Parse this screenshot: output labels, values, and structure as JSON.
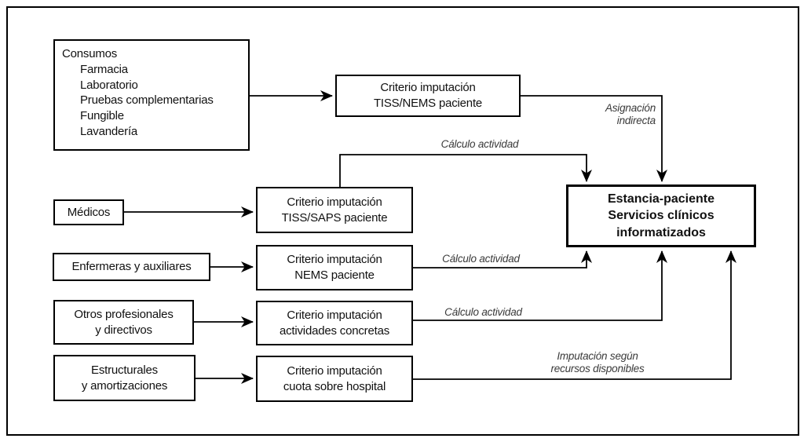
{
  "diagram": {
    "boxes": {
      "consumos": {
        "title": "Consumos",
        "items": [
          "Farmacia",
          "Laboratorio",
          "Pruebas complementarias",
          "Fungible",
          "Lavandería"
        ]
      },
      "tiss_nems": {
        "line1": "Criterio imputación",
        "line2": "TISS/NEMS paciente"
      },
      "medicos": {
        "line1": "Médicos"
      },
      "tiss_saps": {
        "line1": "Criterio imputación",
        "line2": "TISS/SAPS paciente"
      },
      "enfermeras": {
        "line1": "Enfermeras y auxiliares"
      },
      "nems": {
        "line1": "Criterio imputación",
        "line2": "NEMS paciente"
      },
      "otros": {
        "line1": "Otros profesionales",
        "line2": "y directivos"
      },
      "actividades": {
        "line1": "Criterio imputación",
        "line2": "actividades concretas"
      },
      "estructurales": {
        "line1": "Estructurales",
        "line2": "y amortizaciones"
      },
      "cuota": {
        "line1": "Criterio imputación",
        "line2": "cuota sobre hospital"
      },
      "main": {
        "line1": "Estancia-paciente",
        "line2": "Servicios clínicos",
        "line3": "informatizados"
      }
    },
    "labels": {
      "asignacion_indirecta": {
        "line1": "Asignación",
        "line2": "indirecta"
      },
      "calculo_actividad_1": "Cálculo actividad",
      "calculo_actividad_2": "Cálculo actividad",
      "calculo_actividad_3": "Cálculo actividad",
      "imputacion_recursos": {
        "line1": "Imputación según",
        "line2": "recursos disponibles"
      }
    },
    "colors": {
      "line": "#000000",
      "label_text": "#3a3a3a",
      "background": "#ffffff"
    }
  }
}
